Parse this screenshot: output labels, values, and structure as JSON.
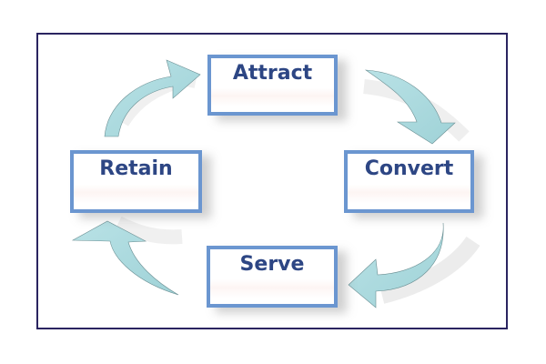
{
  "diagram": {
    "type": "cycle",
    "stages": [
      {
        "id": "attract",
        "label": "Attract"
      },
      {
        "id": "convert",
        "label": "Convert"
      },
      {
        "id": "serve",
        "label": "Serve"
      },
      {
        "id": "retain",
        "label": "Retain"
      }
    ],
    "flow": [
      {
        "from": "Attract",
        "to": "Convert"
      },
      {
        "from": "Convert",
        "to": "Serve"
      },
      {
        "from": "Serve",
        "to": "Retain"
      },
      {
        "from": "Retain",
        "to": "Attract"
      }
    ],
    "colors": {
      "frame_border": "#2a2460",
      "box_border": "#6b96d0",
      "label_text": "#2d4684",
      "arrow_fill": "#a6d8dc"
    }
  }
}
